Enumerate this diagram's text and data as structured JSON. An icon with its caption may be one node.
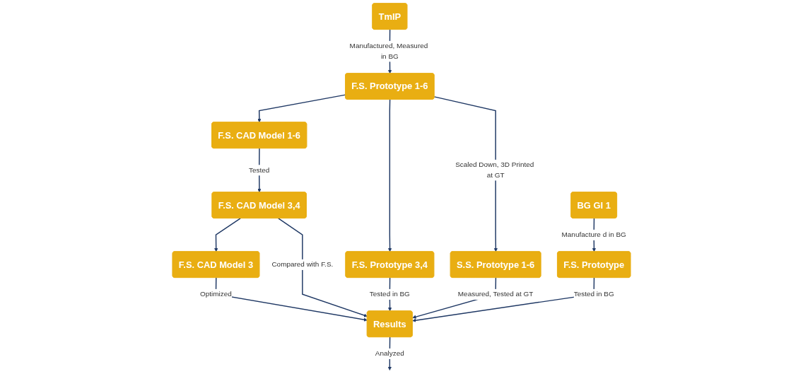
{
  "diagram": {
    "nodes": [
      {
        "text": [
          "TmIP"
        ]
      },
      {
        "text": [
          "BG GI 1"
        ]
      },
      {
        "text": [
          "F.S. CAD Model 1-6"
        ]
      },
      {
        "text": [
          "F.S. Prototype 1-6"
        ]
      },
      {
        "text": [
          "S.S. Prototype 1-6"
        ]
      },
      {
        "text": [
          "F.S. Prototype"
        ]
      },
      {
        "text": [
          "F.S. CAD Model 3"
        ]
      },
      {
        "text": [
          "F.S. CAD Model 3,4"
        ]
      },
      {
        "text": [
          "F.S. Prototype 3,4"
        ]
      },
      {
        "text": [
          "Results"
        ]
      }
    ],
    "edges": [
      {
        "from": 0,
        "to": 3,
        "arrow": "to",
        "label": "Manufactured, Measured in BG"
      },
      {
        "from": 1,
        "to": 5,
        "arrow": "to",
        "label": "Manufacture d in BG"
      },
      {
        "from": 3,
        "to": 2,
        "arrow": "to"
      },
      {
        "from": 3,
        "to": 4,
        "arrow": "to",
        "label": "Scaled Down, 3D Printed at GT"
      },
      {
        "from": 2,
        "to": 7,
        "arrow": "to",
        "label": "Tested"
      },
      {
        "from": 7,
        "to": 6,
        "arrow": "to"
      },
      {
        "from": 3,
        "to": 8,
        "arrow": "to"
      },
      {
        "from": 6,
        "to": 9,
        "arrow": "to",
        "label": "Optimized"
      },
      {
        "from": 7,
        "to": 9,
        "arrow": "to",
        "label": "Compared with F.S."
      },
      {
        "from": 8,
        "to": 9,
        "arrow": "to",
        "label": "Tested in BG"
      },
      {
        "from": 4,
        "to": 9,
        "arrow": "to",
        "label": "Measured, Tested at GT"
      },
      {
        "from": 5,
        "to": 9,
        "arrow": "to",
        "label": "Tested in BG"
      },
      {
        "from": 9,
        "to": null,
        "arrow": "to",
        "label": "Analyzed"
      }
    ]
  }
}
